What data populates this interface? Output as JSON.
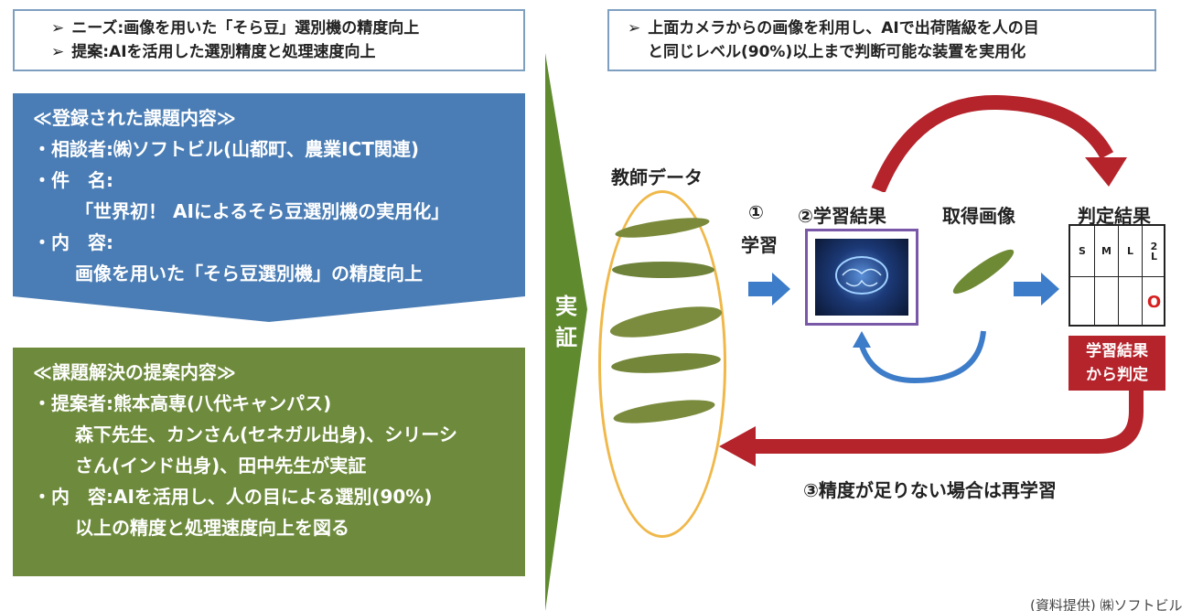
{
  "needs_box": {
    "items": [
      "ニーズ:画像を用いた「そら豆」選別機の精度向上",
      "提案:AIを活用した選別精度と処理速度向上"
    ]
  },
  "goal_box": {
    "lines": [
      "上面カメラからの画像を利用し、AIで出荷階級を人の目",
      "と同じレベル(90%)以上まで判断可能な装置を実用化"
    ]
  },
  "registered_panel": {
    "heading": "≪登録された課題内容≫",
    "consultant": "・相談者:㈱ソフトビル(山都町、農業ICT関連)",
    "subject_label": "・件　名:",
    "subject_value": "「世界初！ AIによるそら豆選別機の実用化」",
    "content_label": "・内　容:",
    "content_value": "画像を用いた「そら豆選別機」の精度向上"
  },
  "proposal_panel": {
    "heading": "≪課題解決の提案内容≫",
    "proposer": "・提案者:熊本高専(八代キャンパス)",
    "members_1": "森下先生、カンさん(セネガル出身)、シリーシ",
    "members_2": "さん(インド出身)、田中先生が実証",
    "content_1": "・内　容:AIを活用し、人の目による選別(90%)",
    "content_2": "以上の精度と処理速度向上を図る"
  },
  "side_label": [
    "実",
    "証"
  ],
  "diagram": {
    "teacher_data": "教師データ",
    "step1_number": "①",
    "step1_label": "学習",
    "step2_label": "②学習結果",
    "captured_image": "取得画像",
    "judgment_result": "判定結果",
    "grid_headers": [
      "S",
      "M",
      "L",
      "2\nL"
    ],
    "grid_marks": [
      "",
      "",
      "",
      "O"
    ],
    "judge_box_line1": "学習結果",
    "judge_box_line2": "から判定",
    "step3_label": "③精度が足りない場合は再学習"
  },
  "credit": "(資料提供) ㈱ソフトビル",
  "colors": {
    "blue_panel": "#4a7db5",
    "green_panel": "#6e8b3d",
    "side_band": "#5f8a2e",
    "red_arrow": "#b5232b",
    "blue_arrow": "#3d7cc8",
    "oval": "#f0b84a",
    "monitor_frame": "#7a58a8"
  }
}
